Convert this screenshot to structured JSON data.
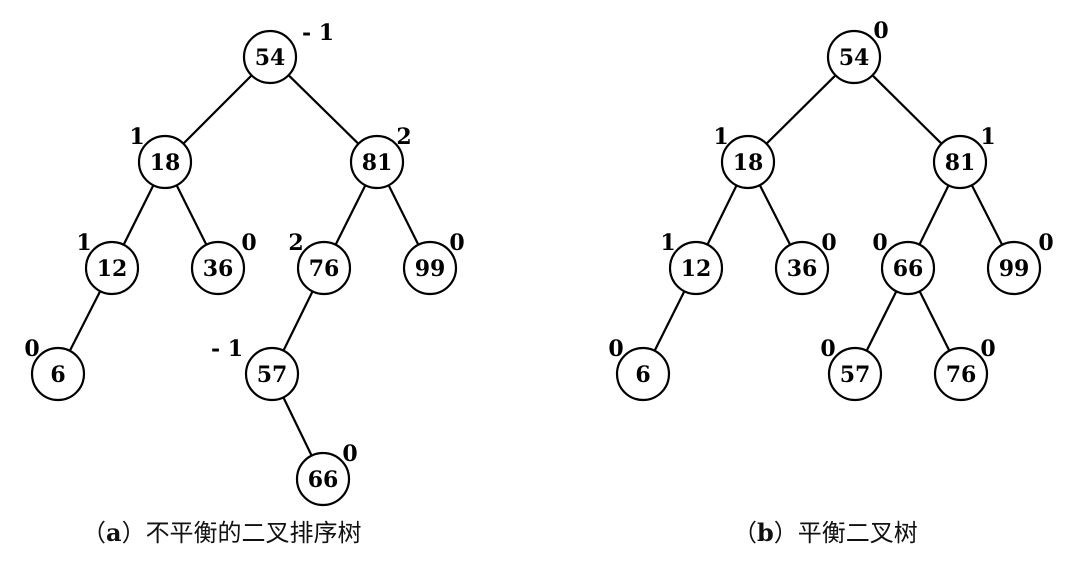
{
  "diagrams": [
    {
      "id": "a",
      "caption_open": "（",
      "caption_tag": "a",
      "caption_close": "）",
      "caption_text": "不平衡的二叉排序树",
      "nodes": [
        {
          "value": "54",
          "balance": "- 1"
        },
        {
          "value": "18",
          "balance": "1"
        },
        {
          "value": "81",
          "balance": "2"
        },
        {
          "value": "12",
          "balance": "1"
        },
        {
          "value": "36",
          "balance": "0"
        },
        {
          "value": "76",
          "balance": "2"
        },
        {
          "value": "99",
          "balance": "0"
        },
        {
          "value": "6",
          "balance": "0"
        },
        {
          "value": "57",
          "balance": "- 1"
        },
        {
          "value": "66",
          "balance": "0"
        }
      ],
      "edges": [
        [
          "54",
          "18"
        ],
        [
          "54",
          "81"
        ],
        [
          "18",
          "12"
        ],
        [
          "18",
          "36"
        ],
        [
          "81",
          "76"
        ],
        [
          "81",
          "99"
        ],
        [
          "12",
          "6"
        ],
        [
          "76",
          "57"
        ],
        [
          "57",
          "66"
        ]
      ]
    },
    {
      "id": "b",
      "caption_open": "（",
      "caption_tag": "b",
      "caption_close": "）",
      "caption_text": "平衡二叉树",
      "nodes": [
        {
          "value": "54",
          "balance": "0"
        },
        {
          "value": "18",
          "balance": "1"
        },
        {
          "value": "81",
          "balance": "1"
        },
        {
          "value": "12",
          "balance": "1"
        },
        {
          "value": "36",
          "balance": "0"
        },
        {
          "value": "66",
          "balance": "0"
        },
        {
          "value": "99",
          "balance": "0"
        },
        {
          "value": "6",
          "balance": "0"
        },
        {
          "value": "57",
          "balance": "0"
        },
        {
          "value": "76",
          "balance": "0"
        }
      ],
      "edges": [
        [
          "54",
          "18"
        ],
        [
          "54",
          "81"
        ],
        [
          "18",
          "12"
        ],
        [
          "18",
          "36"
        ],
        [
          "81",
          "66"
        ],
        [
          "81",
          "99"
        ],
        [
          "12",
          "6"
        ],
        [
          "66",
          "57"
        ],
        [
          "66",
          "76"
        ]
      ]
    }
  ]
}
